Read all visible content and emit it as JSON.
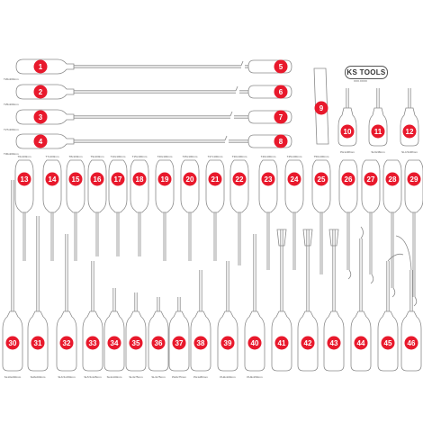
{
  "brand": {
    "logo_text": "KS TOOLS",
    "article_no": "XXX.XXXX"
  },
  "colors": {
    "marker": "#e8192c",
    "outline": "#8a8a8a",
    "text": "#555555",
    "marker_text": "#ffffff"
  },
  "long_tools": [
    {
      "left_num": "1",
      "right_num": "5",
      "label": "T20x200mm"
    },
    {
      "left_num": "2",
      "right_num": "6",
      "label": "T25x200mm"
    },
    {
      "left_num": "3",
      "right_num": "7",
      "label": "T27x200mm"
    },
    {
      "left_num": "4",
      "right_num": "8",
      "label": "T30x200mm"
    }
  ],
  "bit_holder": {
    "num": "9"
  },
  "stubby": [
    {
      "num": "10",
      "label": "PH1x38mm"
    },
    {
      "num": "11",
      "label": "SL6x38mm"
    },
    {
      "num": "12",
      "label": "SL4.5x38mm"
    }
  ],
  "top_row": [
    {
      "num": "13",
      "label": "T6x100mm"
    },
    {
      "num": "14",
      "label": "T7x100mm"
    },
    {
      "num": "15",
      "label": "T8x100mm"
    },
    {
      "num": "16",
      "label": "T9x100mm"
    },
    {
      "num": "17",
      "label": "T10x100mm"
    },
    {
      "num": "18",
      "label": "T15x100mm"
    },
    {
      "num": "19",
      "label": "T20x100mm"
    },
    {
      "num": "20",
      "label": "T25x100mm"
    },
    {
      "num": "21",
      "label": "T27x100mm"
    },
    {
      "num": "22",
      "label": "T30x100mm"
    },
    {
      "num": "23",
      "label": "T40x100mm"
    },
    {
      "num": "24",
      "label": "T45x100mm"
    },
    {
      "num": "25",
      "label": "T50x100mm"
    },
    {
      "num": "26",
      "label": ""
    },
    {
      "num": "27",
      "label": ""
    },
    {
      "num": "28",
      "label": ""
    },
    {
      "num": "29",
      "label": ""
    }
  ],
  "bottom_row": [
    {
      "num": "30",
      "label": "SL10x200mm"
    },
    {
      "num": "31",
      "label": "SL8x200mm"
    },
    {
      "num": "32",
      "label": "SL6.5x150mm"
    },
    {
      "num": "33",
      "label": "SL5.5x125mm"
    },
    {
      "num": "34",
      "label": "SL4x100mm"
    },
    {
      "num": "35",
      "label": "SL3x75mm"
    },
    {
      "num": "36",
      "label": "SL3x75mm"
    },
    {
      "num": "37",
      "label": "PH0x75mm"
    },
    {
      "num": "38",
      "label": "PH1x80mm"
    },
    {
      "num": "39",
      "label": "PH2x100mm"
    },
    {
      "num": "40",
      "label": "PH3x150mm"
    },
    {
      "num": "41",
      "label": ""
    },
    {
      "num": "42",
      "label": ""
    },
    {
      "num": "43",
      "label": ""
    },
    {
      "num": "44",
      "label": ""
    },
    {
      "num": "45",
      "label": ""
    },
    {
      "num": "46",
      "label": ""
    }
  ]
}
